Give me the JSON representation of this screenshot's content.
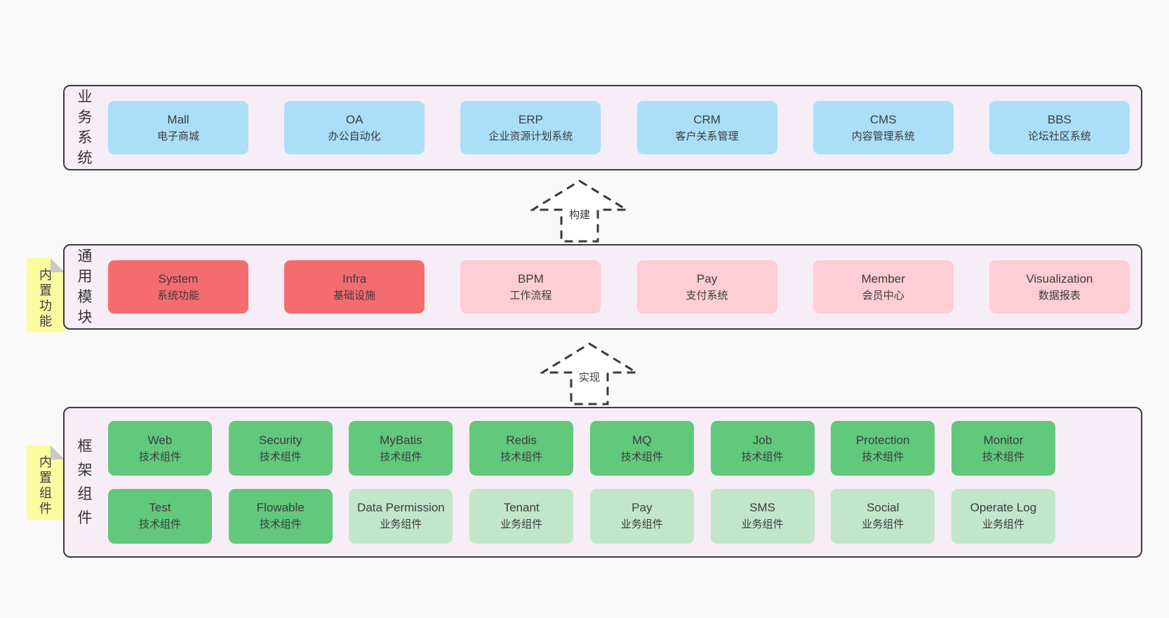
{
  "colors": {
    "page_bg": "#f9f9f9",
    "panel_bg": "#f7edf6",
    "panel_border": "#3b3b3b",
    "blue": "#aadff7",
    "red": "#f56c6e",
    "pink": "#fecdd6",
    "green": "#61c87c",
    "lightgreen": "#c2e6c9",
    "sticky_yellow": "#fbfba0",
    "sticky_fold_grey": "#c9c9c9",
    "text": "#3b3b3b"
  },
  "arrows": {
    "build": "构建",
    "implement": "实现"
  },
  "stickies": {
    "modules": "内置功能",
    "components": "内置组件"
  },
  "layers": {
    "business": {
      "label": "业务系统",
      "boxes": [
        {
          "title": "Mall",
          "subtitle": "电子商城",
          "variant": "blue"
        },
        {
          "title": "OA",
          "subtitle": "办公自动化",
          "variant": "blue"
        },
        {
          "title": "ERP",
          "subtitle": "企业资源计划系统",
          "variant": "blue"
        },
        {
          "title": "CRM",
          "subtitle": "客户关系管理",
          "variant": "blue"
        },
        {
          "title": "CMS",
          "subtitle": "内容管理系统",
          "variant": "blue"
        },
        {
          "title": "BBS",
          "subtitle": "论坛社区系统",
          "variant": "blue"
        }
      ]
    },
    "modules": {
      "label": "通用模块",
      "boxes": [
        {
          "title": "System",
          "subtitle": "系统功能",
          "variant": "red"
        },
        {
          "title": "Infra",
          "subtitle": "基础设施",
          "variant": "red"
        },
        {
          "title": "BPM",
          "subtitle": "工作流程",
          "variant": "pink"
        },
        {
          "title": "Pay",
          "subtitle": "支付系统",
          "variant": "pink"
        },
        {
          "title": "Member",
          "subtitle": "会员中心",
          "variant": "pink"
        },
        {
          "title": "Visualization",
          "subtitle": "数据报表",
          "variant": "pink"
        }
      ]
    },
    "components": {
      "label": "框架组件",
      "rows": [
        [
          {
            "title": "Web",
            "subtitle": "技术组件",
            "variant": "green"
          },
          {
            "title": "Security",
            "subtitle": "技术组件",
            "variant": "green"
          },
          {
            "title": "MyBatis",
            "subtitle": "技术组件",
            "variant": "green"
          },
          {
            "title": "Redis",
            "subtitle": "技术组件",
            "variant": "green"
          },
          {
            "title": "MQ",
            "subtitle": "技术组件",
            "variant": "green"
          },
          {
            "title": "Job",
            "subtitle": "技术组件",
            "variant": "green"
          },
          {
            "title": "Protection",
            "subtitle": "技术组件",
            "variant": "green"
          },
          {
            "title": "Monitor",
            "subtitle": "技术组件",
            "variant": "green"
          }
        ],
        [
          {
            "title": "Test",
            "subtitle": "技术组件",
            "variant": "green"
          },
          {
            "title": "Flowable",
            "subtitle": "技术组件",
            "variant": "green"
          },
          {
            "title": "Data Permission",
            "subtitle": "业务组件",
            "variant": "lightgreen"
          },
          {
            "title": "Tenant",
            "subtitle": "业务组件",
            "variant": "lightgreen"
          },
          {
            "title": "Pay",
            "subtitle": "业务组件",
            "variant": "lightgreen"
          },
          {
            "title": "SMS",
            "subtitle": "业务组件",
            "variant": "lightgreen"
          },
          {
            "title": "Social",
            "subtitle": "业务组件",
            "variant": "lightgreen"
          },
          {
            "title": "Operate Log",
            "subtitle": "业务组件",
            "variant": "lightgreen"
          }
        ]
      ]
    }
  }
}
